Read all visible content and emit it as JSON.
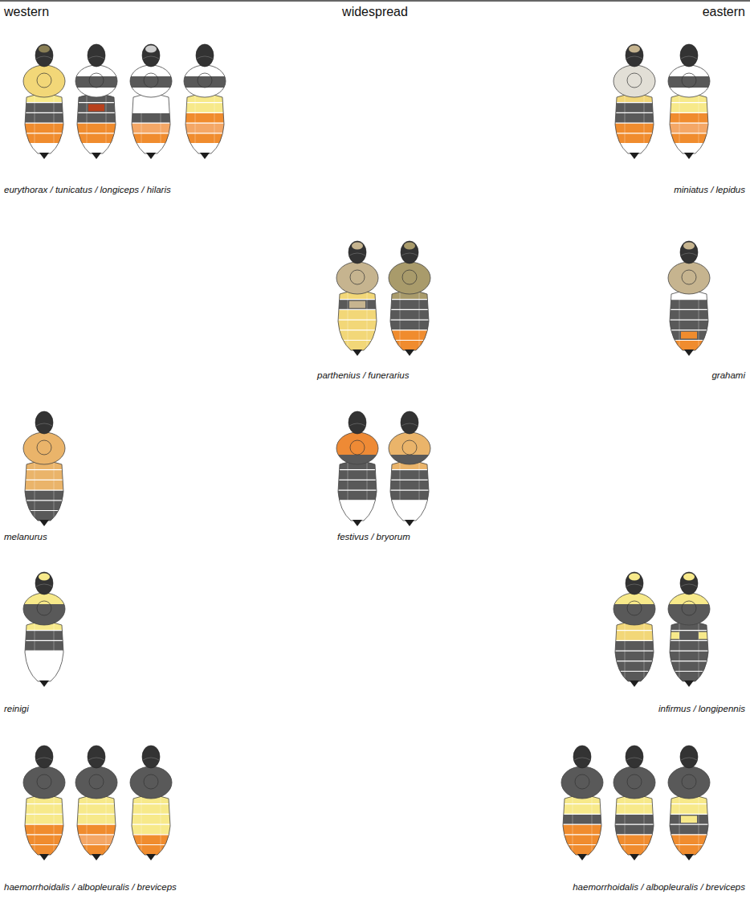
{
  "diagram": {
    "labels": [
      "western",
      "widespread",
      "eastern",
      "eurythorax / tunicatus / longiceps / hilaris",
      "miniatus / lepidus",
      "parthenius / funerarius",
      "grahami",
      "melanurus",
      "festivus / bryorum",
      "reinigi",
      "infirmus / longipennis",
      "haemorrhoidalis / albopleuralis / breviceps",
      "haemorrhoidalis / albopleuralis / breviceps"
    ]
  }
}
